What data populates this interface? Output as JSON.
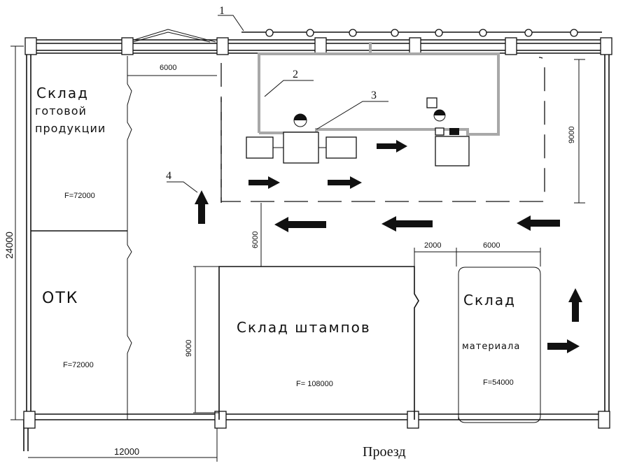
{
  "callouts": [
    "1",
    "2",
    "3",
    "4"
  ],
  "dimensions": {
    "top_left_opening": "6000",
    "right_zone_height": "9000",
    "overall_height": "24000",
    "passage_width": "6000",
    "stamp_wh_height": "9000",
    "gap_right": "2000",
    "material_wh_width": "6000",
    "bottom_width": "12000"
  },
  "rooms": {
    "finished_goods": {
      "line1": "Склад",
      "line2": "готовой",
      "line3": "продукции",
      "area": "F=72000"
    },
    "qc": {
      "name": "ОТК",
      "area": "F=72000"
    },
    "stamps": {
      "name": "Склад штампов",
      "area": "F= 108000"
    },
    "material": {
      "line1": "Склад",
      "line2": "материала",
      "area": "F=54000"
    }
  },
  "road_label": "Проезд",
  "colors": {
    "lines": "#111111",
    "crane_outline": "#a8a8a8",
    "background": "#ffffff"
  }
}
